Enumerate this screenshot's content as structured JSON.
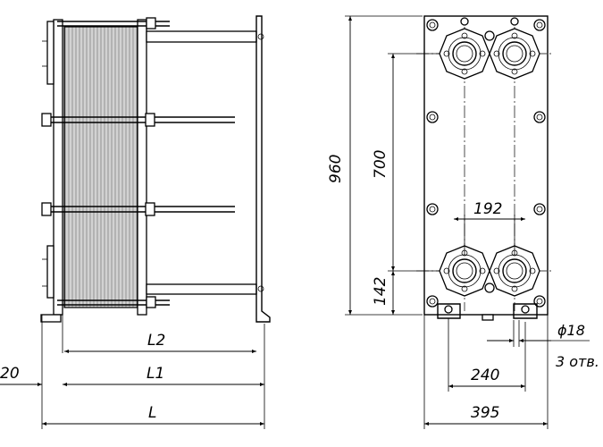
{
  "side_view": {
    "dim_L2": "L2",
    "dim_L1": "L1",
    "dim_L": "L",
    "dim_20": "20"
  },
  "front_view": {
    "dim_960": "960",
    "dim_700": "700",
    "dim_142": "142",
    "dim_192": "192",
    "dim_240": "240",
    "dim_395": "395",
    "hole_dia": "ϕ18",
    "hole_count": "3 отв."
  }
}
